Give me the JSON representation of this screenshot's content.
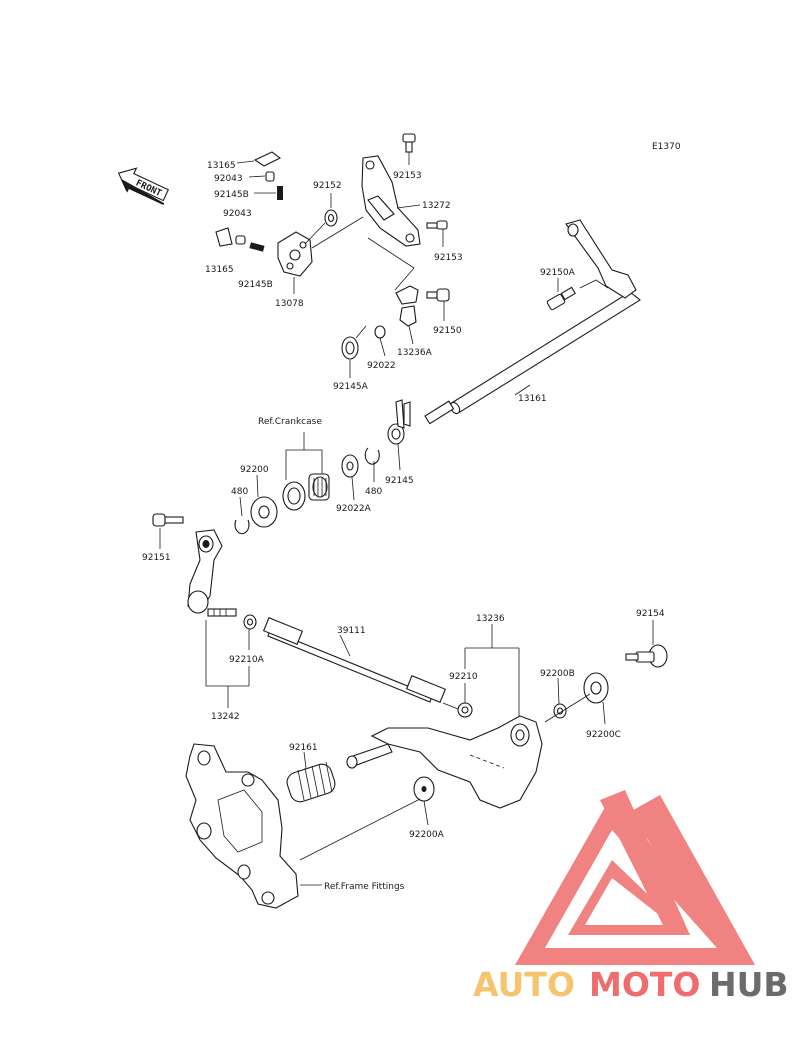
{
  "diagram": {
    "code": "E1370",
    "front_arrow_text": "FRONT",
    "refs": {
      "crankcase": "Ref.Crankcase",
      "frame_fittings": "Ref.Frame Fittings"
    },
    "parts": {
      "p13165_top": "13165",
      "p92043_top": "92043",
      "p92145B_top": "92145B",
      "p92043_mid": "92043",
      "p13165_low": "13165",
      "p92145B_low": "92145B",
      "p13078": "13078",
      "p92152": "92152",
      "p92153_top": "92153",
      "p13272": "13272",
      "p92153_mid": "92153",
      "p92150A": "92150A",
      "p92150": "92150",
      "p13236A": "13236A",
      "p92022": "92022",
      "p92145A": "92145A",
      "p13161": "13161",
      "p92200_top": "92200",
      "p480_left": "480",
      "p92022A": "92022A",
      "p480_right": "480",
      "p92145": "92145",
      "p92151": "92151",
      "p92210A": "92210A",
      "p13242": "13242",
      "p39111": "39111",
      "p13236": "13236",
      "p92210": "92210",
      "p92154": "92154",
      "p92200B": "92200B",
      "p92200C": "92200C",
      "p92161": "92161",
      "p92200A": "92200A"
    }
  },
  "watermark": {
    "part1": "AUTO",
    "part2": "MOTO",
    "part3": "HUB"
  },
  "colors": {
    "ink": "#1a1a1a",
    "watermark_light": "#f6c36f",
    "watermark_red": "#ee6d6d",
    "watermark_dark": "#6b6b6b"
  }
}
